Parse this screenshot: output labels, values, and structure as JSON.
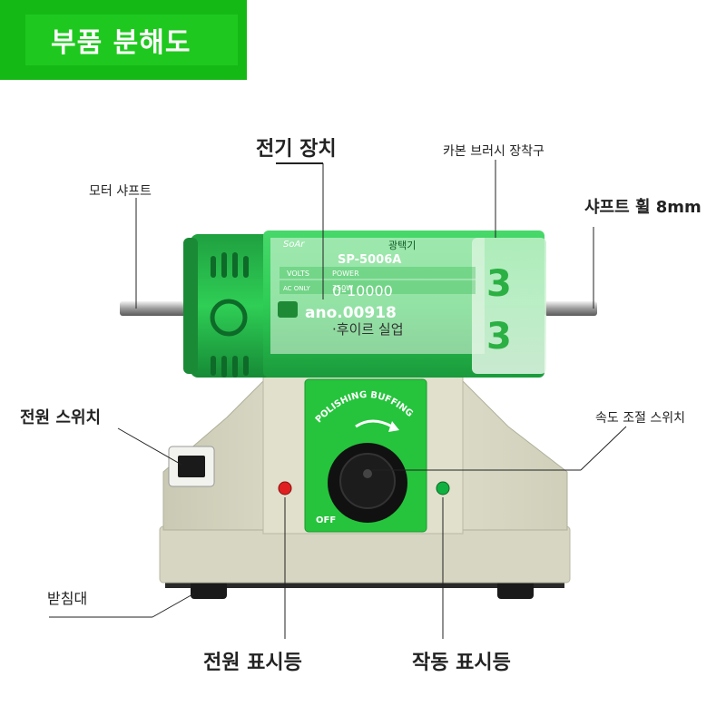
{
  "banner": {
    "title": "부품 분해도"
  },
  "labels": {
    "electric_device": "전기 장치",
    "carbon_brush": "카본 브러시 장착구",
    "motor_shaft": "모터 샤프트",
    "shaft_wheel": "샤프트 휠 8mm",
    "power_switch": "전원 스위치",
    "speed_switch": "속도 조절 스위치",
    "base": "받침대",
    "power_indicator": "전원 표시등",
    "operation_indicator": "작동 표시등"
  },
  "product_label": {
    "brand": "SoAr",
    "name_suffix": "광택기",
    "model": "SP-5006A",
    "row_headers": [
      "VOLTS",
      "POWER"
    ],
    "ac_only": "AC ONLY",
    "power_value": "350W",
    "rpm": "0-10000",
    "serial": "ano.00918",
    "maker": "·후이르 실업",
    "marks": [
      "3",
      "3"
    ]
  },
  "control_panel": {
    "arc_text": "POLISHING BUFFING",
    "off_text": "OFF"
  },
  "colors": {
    "banner": "#15b915",
    "motor_green": "#2ecc55",
    "body_cream": "#dcdcc8",
    "panel_green": "#25c43c",
    "led_red": "#e02020",
    "led_green": "#10b040"
  }
}
